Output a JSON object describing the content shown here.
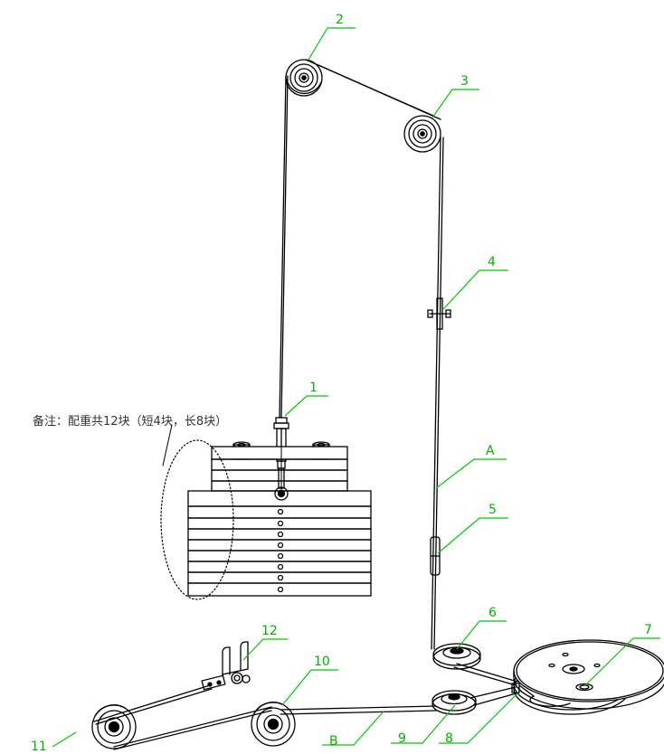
{
  "note": "备注：配重共12块（短4块，长8块）",
  "callouts": {
    "c1": "1",
    "c2": "2",
    "c3": "3",
    "c4": "4",
    "c5": "5",
    "c6": "6",
    "c7": "7",
    "c8": "8",
    "c9": "9",
    "c10": "10",
    "c11": "11",
    "c12": "12",
    "cA": "A",
    "cB": "B"
  },
  "colors": {
    "line": "#000000",
    "callout": "#00c800",
    "label_text": "#00b400",
    "note_text": "#333333"
  }
}
